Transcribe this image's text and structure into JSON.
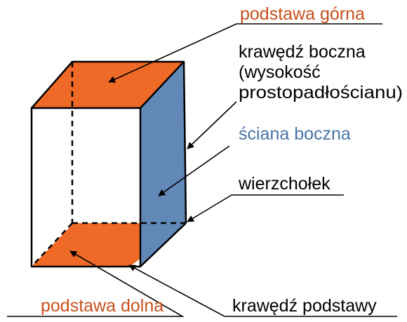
{
  "labels": {
    "podstawa_gorna": "podstawa górna",
    "krawedz_boczna_line1": "krawędź boczna",
    "krawedz_boczna_line2": "(wysokość",
    "krawedz_boczna_line3": "prostopadłościanu)",
    "sciana_boczna": "ściana boczna",
    "wierzcholek": "wierzchołek",
    "podstawa_dolna": "podstawa dolna",
    "krawedz_podstawy": "krawędź podstawy"
  },
  "colors": {
    "base_fill": "#ef6a26",
    "side_fill": "#6288b8",
    "edge": "#000000",
    "orange_label": "#c8501a",
    "blue_label": "#4a74a8",
    "text": "#000000"
  }
}
